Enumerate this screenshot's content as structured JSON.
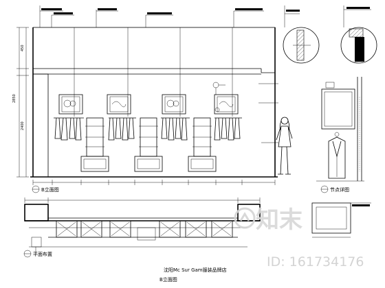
{
  "drawing": {
    "title": "沈阳Mc Sur Gam服装品牌店",
    "subtitle": "B立面图",
    "elevation_label": "B立面图",
    "detail_label": "节点详图",
    "plan_label": "平面布置",
    "watermark_text": "知末",
    "watermark_id": "ID: 161734176"
  }
}
